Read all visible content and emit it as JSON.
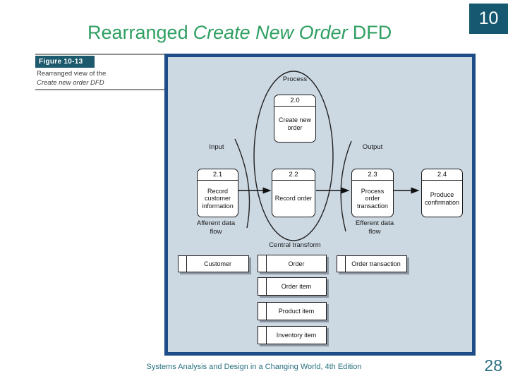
{
  "page": {
    "chapter_number": "10",
    "title": {
      "prefix": "Rearranged",
      "italic": "Create New Order",
      "suffix": "DFD"
    },
    "figure_label": "Figure 10-13",
    "figure_caption_line1": "Rearranged view of the",
    "figure_caption_line2": "Create new order DFD",
    "footer": "Systems Analysis and Design in a Changing World, 4th Edition",
    "page_number": "28"
  },
  "diagram": {
    "region_labels": {
      "process": "Process",
      "input": "Input",
      "output": "Output",
      "afferent": "Afferent data flow",
      "efferent": "Efferent data flow",
      "central": "Central transform"
    },
    "processes": [
      {
        "id": "2.0",
        "name": "Create new order"
      },
      {
        "id": "2.1",
        "name": "Record customer information"
      },
      {
        "id": "2.2",
        "name": "Record order"
      },
      {
        "id": "2.3",
        "name": "Process order transaction"
      },
      {
        "id": "2.4",
        "name": "Produce confirmation"
      }
    ],
    "datastores": [
      "Customer",
      "Order",
      "Order transaction",
      "Order item",
      "Product item",
      "Inventory item"
    ]
  },
  "colors": {
    "title_green": "#2f9f62",
    "frame_navy": "#1c4d86",
    "diagram_background": "#ccd8e2",
    "teal_label": "#1e5a6d",
    "chapter_badge_teal": "#15586f",
    "footer_teal": "#266f7d"
  }
}
